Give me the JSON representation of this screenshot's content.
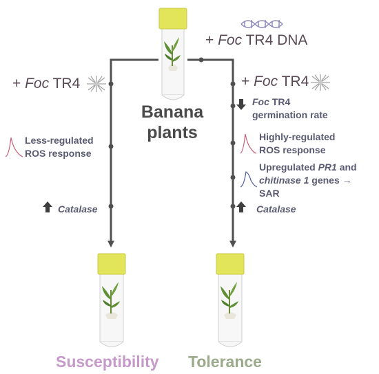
{
  "center": {
    "line1": "Banana",
    "line2": "plants"
  },
  "top_right": {
    "label_pre": "+ ",
    "label_italic": "Foc",
    "label_post": " TR4 DNA"
  },
  "left_branch": {
    "treatment_pre": "+ ",
    "treatment_italic": "Foc",
    "treatment_post": " TR4",
    "ros_line1": "Less-regulated",
    "ros_line2": "ROS response",
    "catalase": "Catalase",
    "outcome": "Susceptibility"
  },
  "right_branch": {
    "treatment_pre": "+ ",
    "treatment_italic": "Foc",
    "treatment_post": " TR4",
    "germ_italic": "Foc",
    "germ_line1_post": " TR4",
    "germ_line2": "germination rate",
    "ros_line1": "Highly-regulated",
    "ros_line2": "ROS response",
    "gene_pre": "Upregulated ",
    "gene_pr1": "PR1",
    "gene_and": " and",
    "gene_chitinase": "chitinase 1",
    "gene_post": " genes →",
    "sar": "SAR",
    "catalase": "Catalase",
    "outcome": "Tolerance"
  },
  "colors": {
    "line": "#505050",
    "cap": "#e2e45a",
    "susceptibility": "#c59ac9",
    "tolerance": "#9aaa8a",
    "ros_curve": "#c9607a",
    "gene_curve": "#4a5aa0",
    "dna": "#8a86b8"
  }
}
